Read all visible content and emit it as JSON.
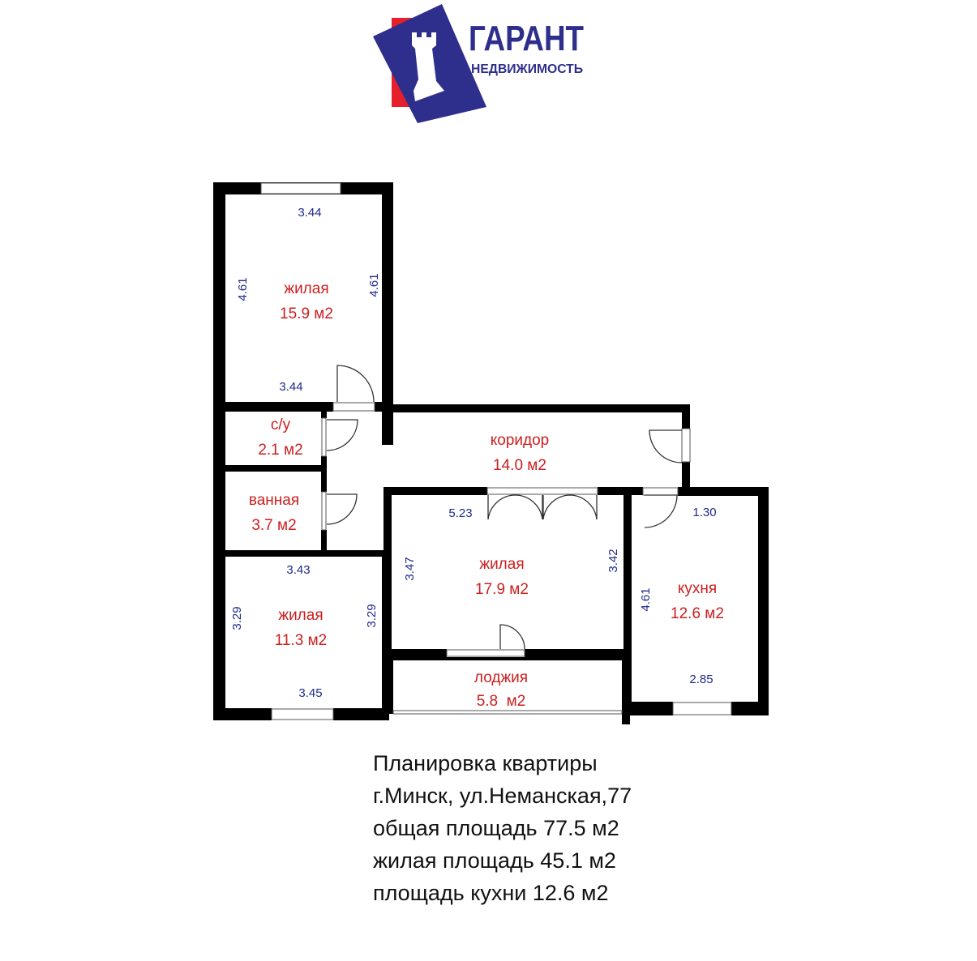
{
  "logo": {
    "brand": "ГАРАНТ",
    "tagline": "НЕДВИЖИМОСТЬ",
    "colors": {
      "blue": "#2e2e8c",
      "red": "#e5202a"
    }
  },
  "rooms": {
    "living_top": {
      "name": "жилая",
      "area": "15.9 м2"
    },
    "wc": {
      "name": "с/у",
      "area": "2.1 м2"
    },
    "bathroom": {
      "name": "ванная",
      "area": "3.7 м2"
    },
    "living_bottom": {
      "name": "жилая",
      "area": "11.3 м2"
    },
    "corridor": {
      "name": "коридор",
      "area": "14.0 м2"
    },
    "living_center": {
      "name": "жилая",
      "area": "17.9 м2"
    },
    "kitchen": {
      "name": "кухня",
      "area": "12.6 м2"
    },
    "loggia": {
      "name": "лоджия",
      "area": "5.8  м2"
    }
  },
  "dimensions": {
    "top_room_top": "3.44",
    "top_room_left": "4.61",
    "top_room_right": "4.61",
    "top_room_bottom": "3.44",
    "center_top": "5.23",
    "center_left": "3.47",
    "center_right": "3.42",
    "bottom_left_top": "3.43",
    "bottom_left_left": "3.29",
    "bottom_left_right": "3.29",
    "bottom_left_bottom": "3.45",
    "kitchen_top": "1.30",
    "kitchen_left": "4.61",
    "kitchen_bottom": "2.85"
  },
  "info": {
    "line1": "Планировка квартиры",
    "line2": "г.Минск, ул.Неманская,77",
    "line3": "общая площадь 77.5 м2",
    "line4": "жилая площадь 45.1 м2",
    "line5": "площадь кухни 12.6 м2"
  },
  "colors": {
    "wall": "#000000",
    "room_label": "#cc1f1f",
    "dimension": "#1f2a8c"
  }
}
